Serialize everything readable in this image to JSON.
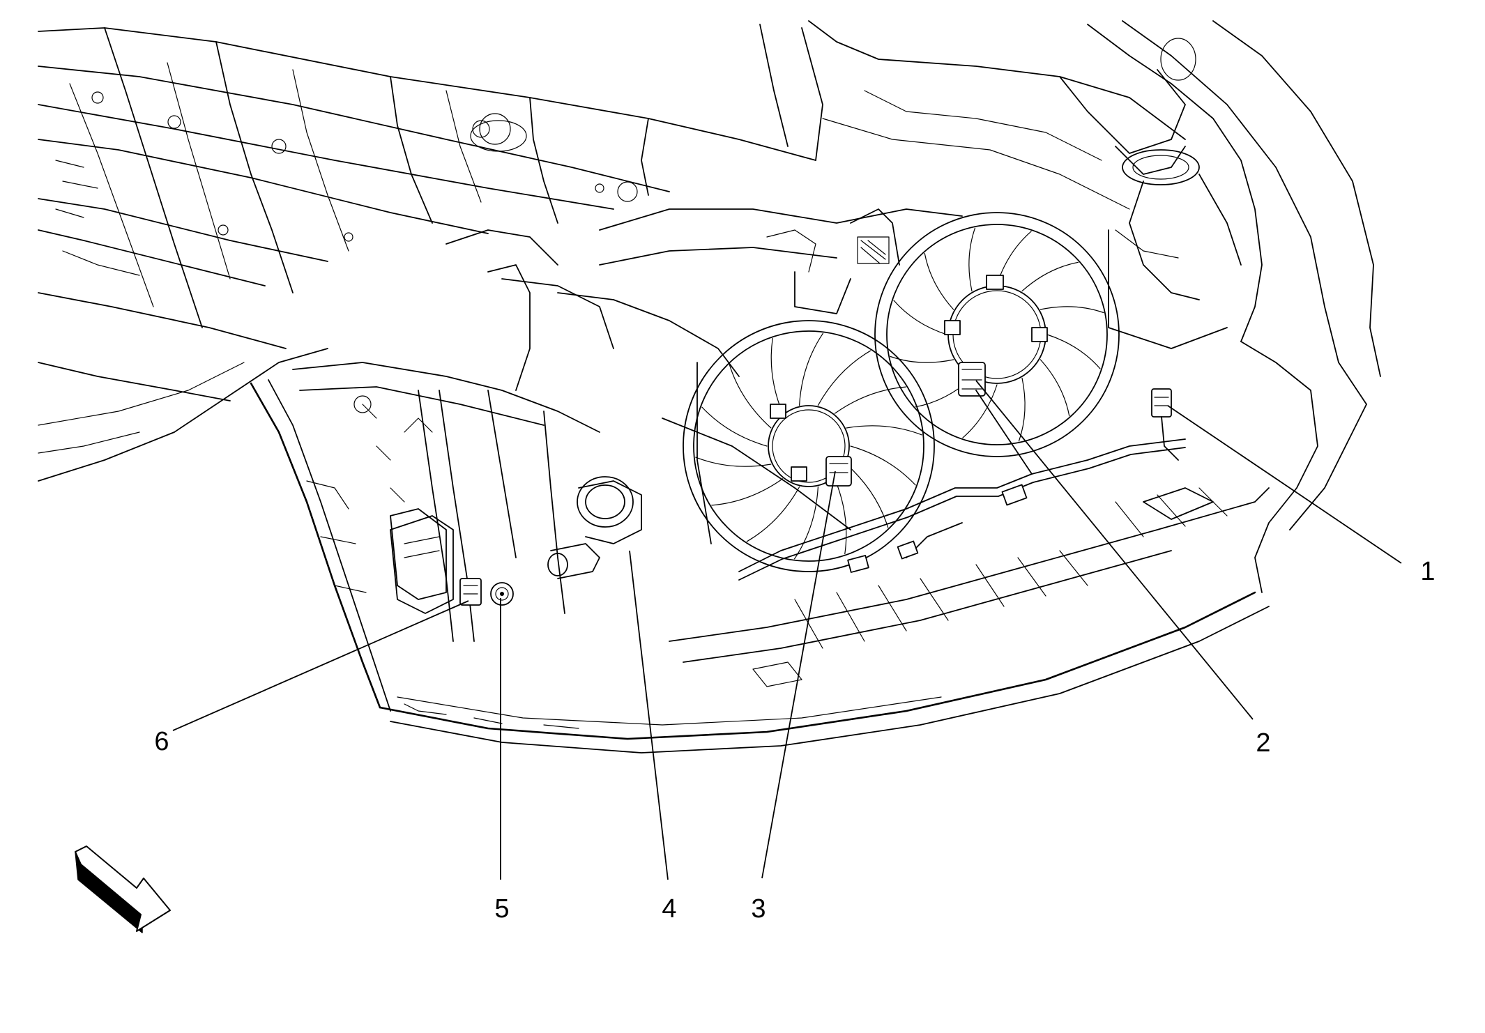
{
  "diagram": {
    "callouts": [
      {
        "id": 1,
        "label": "1"
      },
      {
        "id": 2,
        "label": "2"
      },
      {
        "id": 3,
        "label": "3"
      },
      {
        "id": 4,
        "label": "4"
      },
      {
        "id": 5,
        "label": "5"
      },
      {
        "id": 6,
        "label": "6"
      }
    ],
    "direction_arrow_icon": "view-direction-arrow-icon"
  }
}
